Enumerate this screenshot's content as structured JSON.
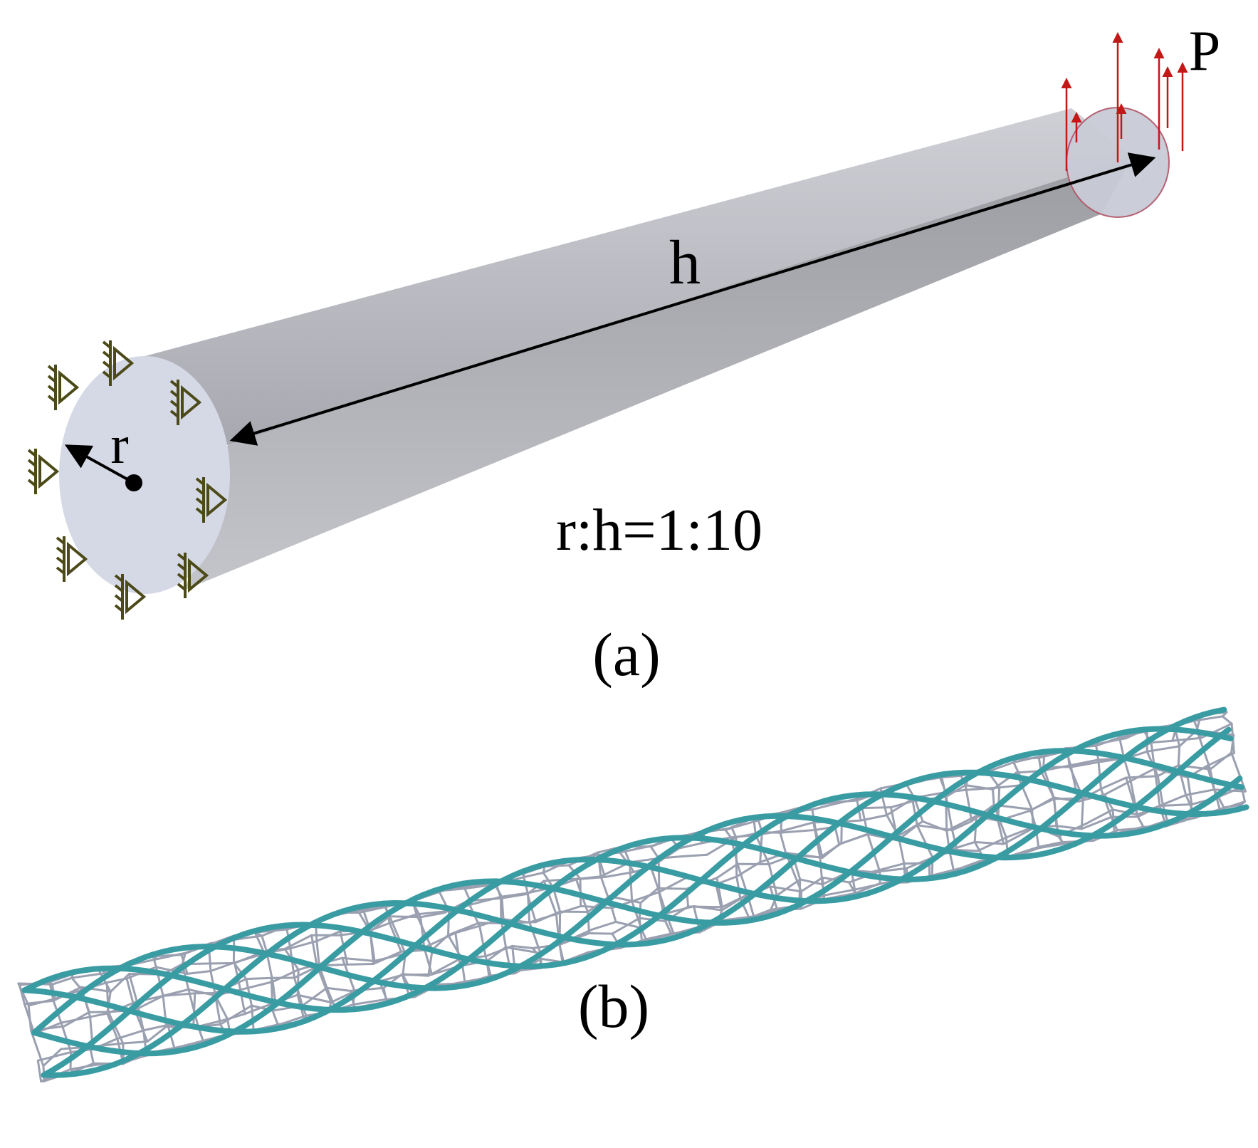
{
  "figure_a": {
    "length_label": "h",
    "radius_label": "r",
    "load_label": "P",
    "ratio_text": "r:h=1:10",
    "caption": "(a)"
  },
  "figure_b": {
    "caption": "(b)"
  },
  "colors": {
    "beam_top": "#b9bac1",
    "beam_side": "#a5a6ac",
    "beam_end_face": "#d3d7e4",
    "support_symbol": "#4c4a18",
    "load_arrow": "#c41818",
    "lattice_thick": "#3a9ca3",
    "lattice_thin": "#9aa0b0"
  }
}
